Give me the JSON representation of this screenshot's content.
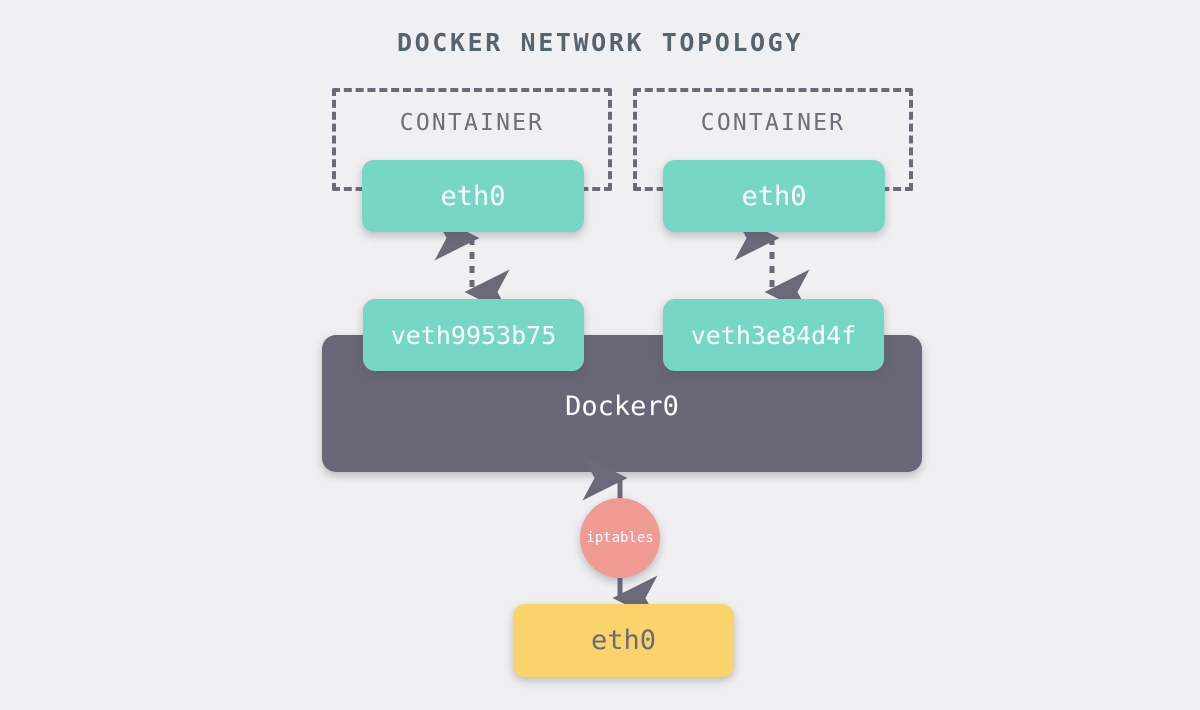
{
  "diagram": {
    "title": "DOCKER NETWORK TOPOLOGY",
    "background_color": "#f0f0f2",
    "palette": {
      "teal": "#76d7c4",
      "yellow": "#fad46b",
      "salmon": "#f09a94",
      "bridge_gray": "#686777",
      "text_gray": "#55646e",
      "label_gray": "#6e6d7a",
      "connector_gray": "#6b6a78"
    }
  },
  "containers": [
    {
      "label": "CONTAINER",
      "interface": "eth0",
      "veth": "veth9953b75"
    },
    {
      "label": "CONTAINER",
      "interface": "eth0",
      "veth": "veth3e84d4f"
    }
  ],
  "bridge": {
    "label": "Docker0"
  },
  "firewall": {
    "label": "iptables"
  },
  "host": {
    "interface": "eth0"
  },
  "connections": [
    {
      "from": "container-1-eth0",
      "to": "veth9953b75",
      "style": "dashed",
      "direction": "bidirectional"
    },
    {
      "from": "container-2-eth0",
      "to": "veth3e84d4f",
      "style": "dashed",
      "direction": "bidirectional"
    },
    {
      "from": "Docker0",
      "to": "iptables",
      "style": "solid",
      "direction": "bidirectional"
    },
    {
      "from": "iptables",
      "to": "host-eth0",
      "style": "solid",
      "direction": "bidirectional"
    }
  ]
}
